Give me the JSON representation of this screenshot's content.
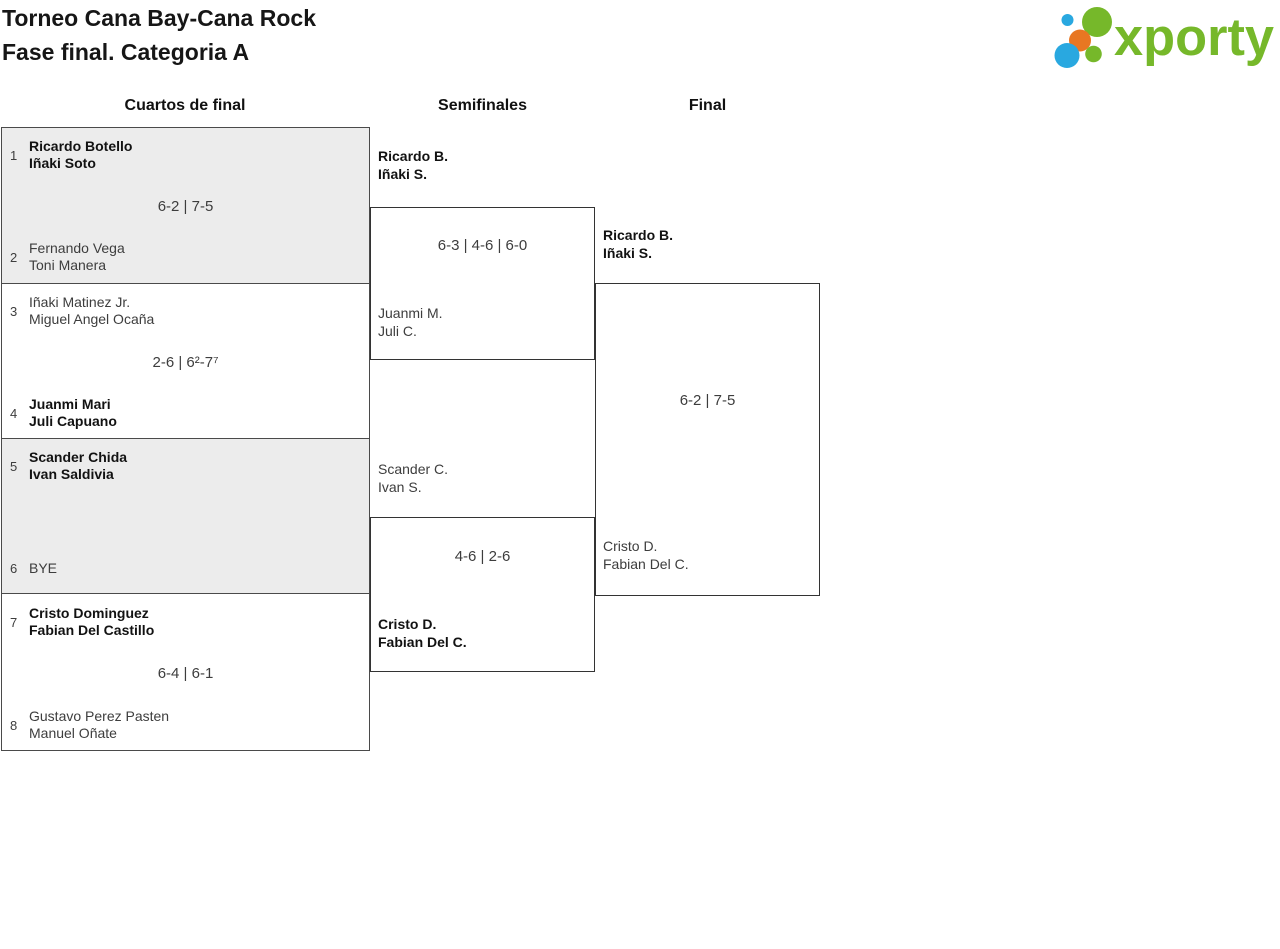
{
  "header": {
    "title_line1": "Torneo Cana Bay-Cana Rock",
    "title_line2": "Fase final. Categoria A"
  },
  "logo": {
    "text": "xporty",
    "colors": {
      "green": "#76b82a",
      "blue": "#29a8e0",
      "orange": "#e87722"
    }
  },
  "rounds": {
    "quarterfinals_label": "Cuartos de final",
    "semifinals_label": "Semifinales",
    "final_label": "Final"
  },
  "bracket": {
    "quarterfinals": [
      {
        "top": {
          "seed": "1",
          "players": [
            "Ricardo Botello",
            "Iñaki Soto"
          ],
          "winner": true
        },
        "score": "6-2 | 7-5",
        "bottom": {
          "seed": "2",
          "players": [
            "Fernando Vega",
            "Toni Manera"
          ],
          "winner": false
        }
      },
      {
        "top": {
          "seed": "3",
          "players": [
            "Iñaki Matinez Jr.",
            "Miguel Angel Ocaña"
          ],
          "winner": false
        },
        "score": "2-6 | 6²-7⁷",
        "bottom": {
          "seed": "4",
          "players": [
            "Juanmi Mari",
            "Juli Capuano"
          ],
          "winner": true
        }
      },
      {
        "top": {
          "seed": "5",
          "players": [
            "Scander Chida",
            "Ivan Saldivia"
          ],
          "winner": true
        },
        "score": "",
        "bottom": {
          "seed": "6",
          "players": [
            "BYE"
          ],
          "winner": false
        }
      },
      {
        "top": {
          "seed": "7",
          "players": [
            "Cristo Dominguez",
            "Fabian Del Castillo"
          ],
          "winner": true
        },
        "score": "6-4 | 6-1",
        "bottom": {
          "seed": "8",
          "players": [
            "Gustavo Perez Pasten",
            "Manuel Oñate"
          ],
          "winner": false
        }
      }
    ],
    "semifinals": [
      {
        "top": {
          "players": [
            "Ricardo B.",
            "Iñaki S."
          ],
          "winner": true
        },
        "score": "6-3 | 4-6 | 6-0",
        "bottom": {
          "players": [
            "Juanmi M.",
            "Juli C."
          ],
          "winner": false
        }
      },
      {
        "top": {
          "players": [
            "Scander C.",
            "Ivan S."
          ],
          "winner": false
        },
        "score": "4-6 | 2-6",
        "bottom": {
          "players": [
            "Cristo D.",
            "Fabian Del C."
          ],
          "winner": true
        }
      }
    ],
    "final": {
      "top": {
        "players": [
          "Ricardo B.",
          "Iñaki S."
        ],
        "winner": true
      },
      "score": "6-2 | 7-5",
      "bottom": {
        "players": [
          "Cristo D.",
          "Fabian Del C."
        ],
        "winner": false
      }
    }
  },
  "colors": {
    "qf_shaded_bg": "#ececec",
    "qf_border": "#4a4a4a",
    "sf_final_border": "#333333"
  }
}
